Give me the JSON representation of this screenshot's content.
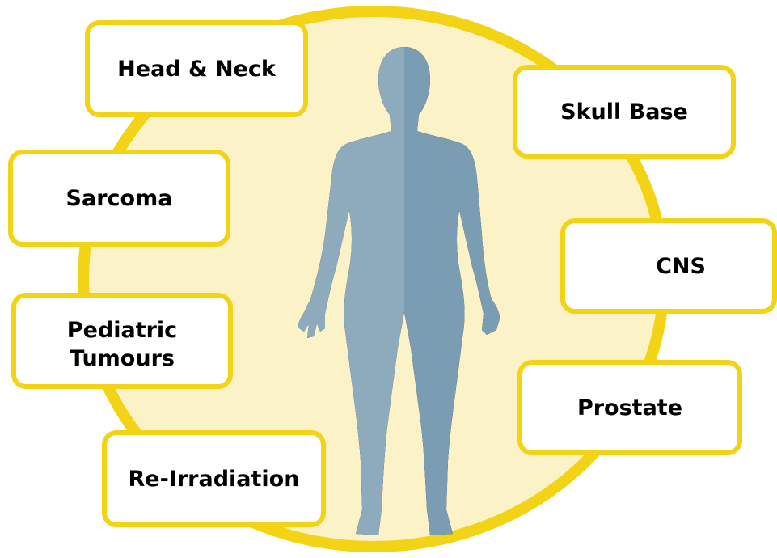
{
  "colors": {
    "circle_fill": "#fbf2c8",
    "accent_yellow": "#f3d315",
    "figure_left": "#8eaabd",
    "figure_right": "#7b9db3",
    "label_text": "#000000"
  },
  "figure": {
    "icon": "human-body-silhouette-icon"
  },
  "labels": {
    "head_neck": "Head & Neck",
    "sarcoma": "Sarcoma",
    "pediatric": "Pediatric\nTumours",
    "reirradiation": "Re-Irradiation",
    "skull_base": "Skull Base",
    "cns": "CNS",
    "prostate": "Prostate"
  }
}
